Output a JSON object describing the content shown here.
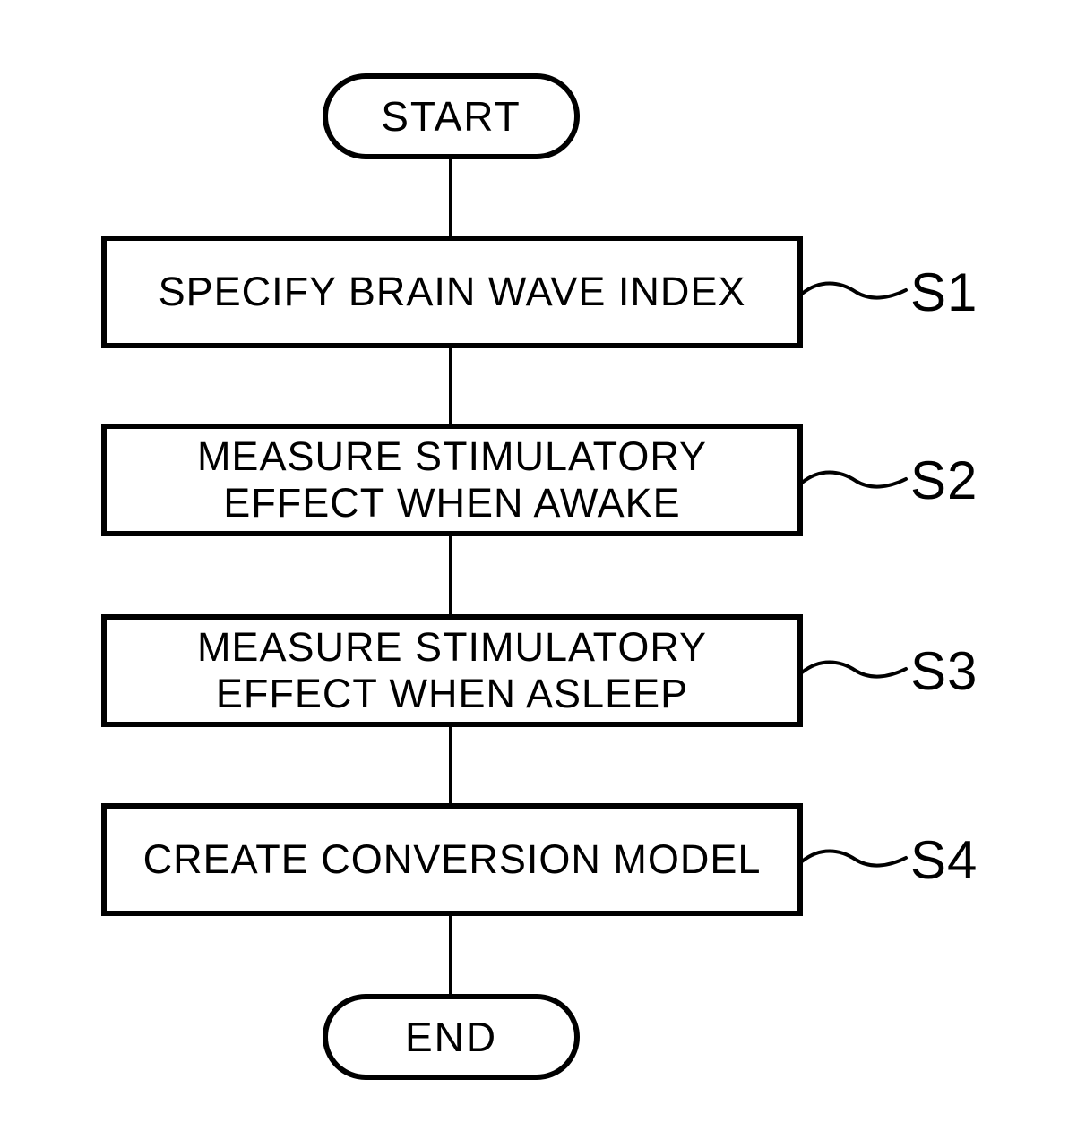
{
  "figure": {
    "background_color": "#ffffff",
    "ink_color": "#000000"
  },
  "flowchart": {
    "start": {
      "label": "START"
    },
    "end": {
      "label": "END"
    },
    "steps": [
      {
        "label": "SPECIFY BRAIN WAVE INDEX",
        "tag": "S1"
      },
      {
        "label": "MEASURE STIMULATORY\nEFFECT WHEN AWAKE",
        "tag": "S2"
      },
      {
        "label": "MEASURE STIMULATORY\nEFFECT WHEN ASLEEP",
        "tag": "S3"
      },
      {
        "label": "CREATE CONVERSION MODEL",
        "tag": "S4"
      }
    ]
  }
}
